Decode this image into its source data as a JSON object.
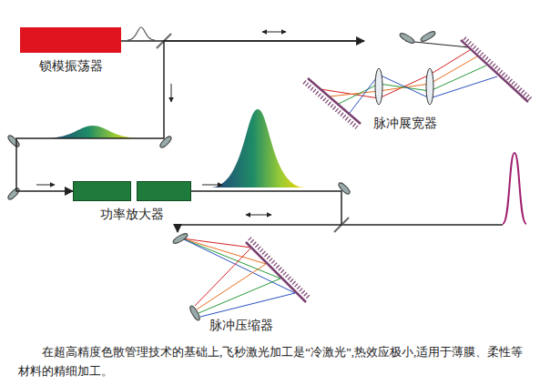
{
  "diagram": {
    "caption": "在超高精度色散管理技术的基础上,飞秒激光加工是“冷激光”,热效应极小,适用于薄膜、柔性等材料的精细加工。",
    "nodes": [
      {
        "text": [
          "锁模振荡器"
        ]
      },
      {
        "text": [
          "脉冲展宽器"
        ]
      },
      {
        "text": [
          "功率放大器"
        ]
      },
      {
        "text": [
          "脉冲压缩器"
        ]
      }
    ],
    "edges": [
      {
        "from": 0,
        "to": 1,
        "arrow": "to"
      },
      {
        "from": 1,
        "to": 2,
        "arrow": "to"
      },
      {
        "from": 2,
        "to": 3,
        "arrow": "to"
      }
    ]
  }
}
